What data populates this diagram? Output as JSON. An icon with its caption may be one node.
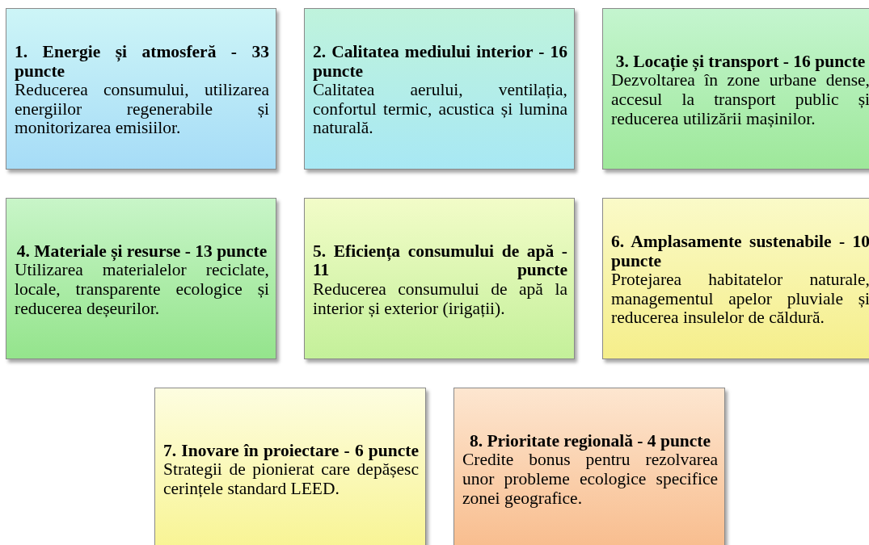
{
  "diagram": {
    "nodes": [
      {
        "text": [
          "1. Energie și atmosferă - 33 puncte",
          "Reducerea consumului, utilizarea energiilor regenerabile și monitorizarea emisiilor."
        ]
      },
      {
        "text": [
          "2. Calitatea mediului interior - 16 puncte",
          "Calitatea aerului, ventilația, confortul termic, acustica și lumina naturală."
        ]
      },
      {
        "text": [
          "3. Locație și transport - 16 puncte",
          "Dezvoltarea în zone urbane dense, accesul la transport public și reducerea utilizării mașinilor."
        ]
      },
      {
        "text": [
          "4. Materiale și resurse - 13 puncte",
          "Utilizarea materialelor reciclate, locale, transparente ecologice și reducerea deșeurilor."
        ]
      },
      {
        "text": [
          "5. Eficiența consumului de apă - 11 puncte",
          "Reducerea consumului de apă la interior și exterior (irigații)."
        ]
      },
      {
        "text": [
          "6. Amplasamente sustenabile - 10 puncte",
          "Protejarea habitatelor naturale, managementul apelor pluviale și reducerea insulelor de căldură."
        ]
      },
      {
        "text": [
          "7. Inovare în proiectare - 6 puncte",
          "Strategii de pionierat care depășesc cerințele standard LEED."
        ]
      },
      {
        "text": [
          "8. Prioritate regională - 4 puncte",
          "Credite bonus pentru rezolvarea unor probleme ecologice specifice zonei geografice."
        ]
      }
    ]
  }
}
